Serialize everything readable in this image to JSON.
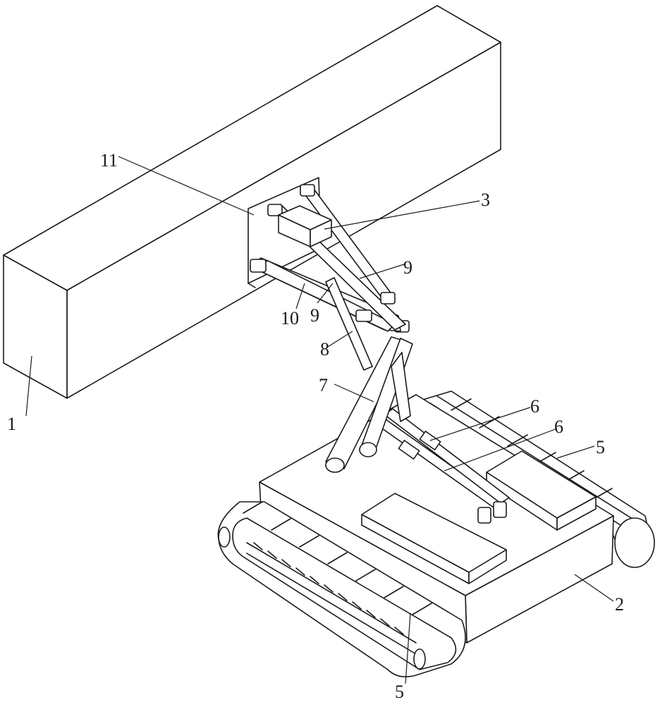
{
  "figure": {
    "labels": {
      "beam": "1",
      "body": "2",
      "clamp_block": "3",
      "track_top": "5",
      "track_bottom": "5",
      "lower_cylinder_a": "6",
      "lower_cylinder_b": "6",
      "lower_arm": "7",
      "middle_cylinder": "8",
      "upper_cylinder_a": "9",
      "upper_cylinder_b": "9",
      "upper_arm": "10",
      "mount_plate": "11"
    }
  }
}
